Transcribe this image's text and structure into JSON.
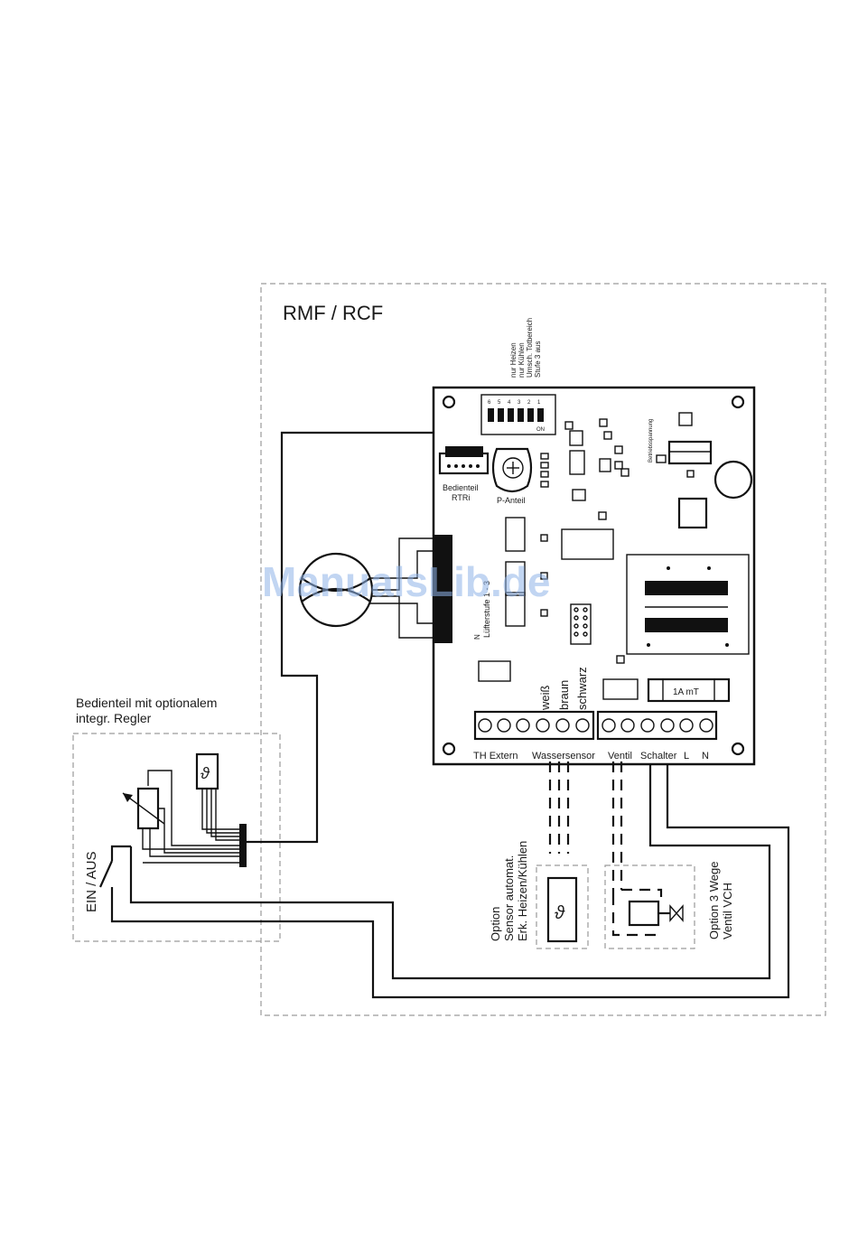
{
  "title": "RMF / RCF",
  "watermark": "ManualsLib.de",
  "control_unit": {
    "line1": "Bedienteil mit optionalem",
    "line2": "integr. Regler",
    "switch_label": "EIN / AUS"
  },
  "board": {
    "dip_notes": [
      "nur Heizen",
      "nur Kühlen",
      "Umsch. Totbereich",
      "Stufe 3 aus"
    ],
    "dip_numbers": [
      "6",
      "5",
      "4",
      "3",
      "2",
      "1"
    ],
    "dip_on": "ON",
    "bedienteil_line1": "Bedienteil",
    "bedienteil_line2": "RTRi",
    "p_anteil": "P-Anteil",
    "fan_stage": "Lüfterstufe 1 - 3",
    "fan_n": "N",
    "betriebsspannung": "Betriebsspannung",
    "fuse": "1A  mT",
    "wire_colors": [
      "weiß",
      "braun",
      "schwarz"
    ],
    "terminal_labels": [
      "TH Extern",
      "Wassersensor",
      "Ventil",
      "Schalter",
      "L",
      "N"
    ]
  },
  "options": {
    "sensor": [
      "Option",
      "Sensor automat.",
      "Erk. Heizen/Kühlen"
    ],
    "valve": [
      "Option 3 Wege",
      "Ventil VCH"
    ]
  },
  "symbols": {
    "theta": "ϑ"
  }
}
